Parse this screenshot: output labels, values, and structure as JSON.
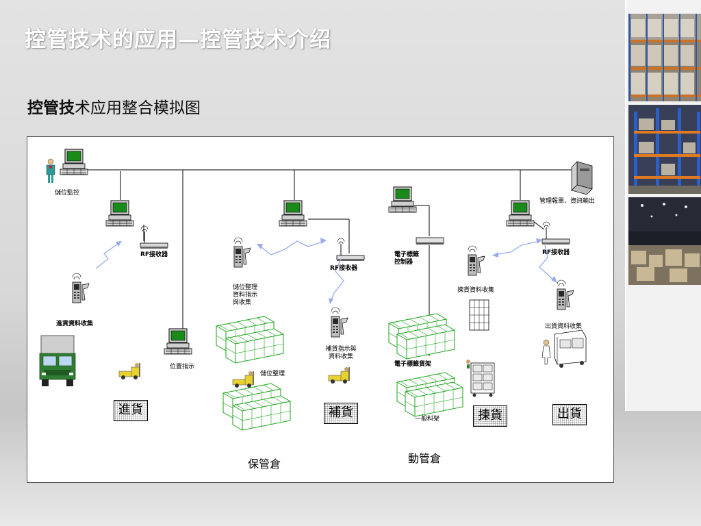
{
  "title": "控管技术的应用—控管技术介绍",
  "subtitle": {
    "bold_part": "控管技",
    "rest": "术应用整合模拟图"
  },
  "diagram": {
    "labels": {
      "storage_monitor": "儲位監控",
      "rf_receiver_1": "RF接收器",
      "receiving_data_collection": "進貨資料收集",
      "location_display": "位置指示",
      "storage_arrange_collect": "儲位整理資料指示與收集",
      "rf_receiver_2": "RF接收器",
      "storage_arrange": "儲位整理",
      "replenish_collect": "補貨指示與資料收集",
      "electronic_tag_controller": "電子標籤控制器",
      "electronic_tag_shelf": "電子標籤貨架",
      "general_shelf": "一般料架",
      "picking_data_collection": "揀貨資料收集",
      "rf_receiver_3": "RF接收器",
      "management_report_output": "管理報單、資訊輸出",
      "shipping_data_collection": "出貨資料收集"
    },
    "stages": {
      "receiving": "進貨",
      "replenish": "補貨",
      "picking": "揀貨",
      "shipping": "出貨"
    },
    "zones": {
      "storage_warehouse": "保管倉",
      "active_warehouse": "動管倉"
    },
    "colors": {
      "monitor_screen": "#1a8a1a",
      "rack_green": "#17a317",
      "rf_arrow": "#99aaee",
      "truck_green": "#2e7d32",
      "forklift_yellow": "#e8d230"
    }
  }
}
